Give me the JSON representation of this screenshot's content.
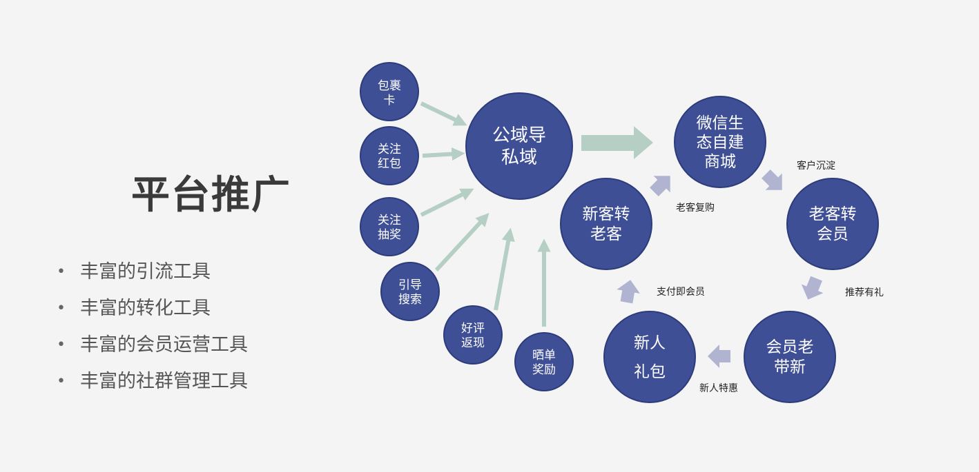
{
  "title": "平台推广",
  "bullets": [
    "丰富的引流工具",
    "丰富的转化工具",
    "丰富的会员运营工具",
    "丰富的社群管理工具"
  ],
  "colors": {
    "node": "#3f4f96",
    "green_arrow": "#b6cfc4",
    "purple_arrow": "#b0b4d0"
  },
  "nodes": {
    "center": [
      "公域导",
      "私域"
    ],
    "parcel": [
      "包裹",
      "卡"
    ],
    "follow_redpack": [
      "关注",
      "红包"
    ],
    "follow_lottery": [
      "关注",
      "抽奖"
    ],
    "guide_search": [
      "引导",
      "搜索"
    ],
    "review_cashback": [
      "好评",
      "返现"
    ],
    "share_reward": [
      "晒单",
      "奖励"
    ],
    "wechat_mall": [
      "微信生",
      "态自建",
      "商城"
    ],
    "old_to_member": [
      "老客转",
      "会员"
    ],
    "member_referral": [
      "会员老",
      "带新"
    ],
    "newbie_gift": [
      "新人",
      "礼包"
    ],
    "new_to_old": [
      "新客转",
      "老客"
    ]
  },
  "edges": {
    "customer_retention": "客户沉淀",
    "referral_reward": "推荐有礼",
    "newbie_discount": "新人特惠",
    "pay_membership": "支付即会员",
    "repurchase": "老客复购"
  }
}
